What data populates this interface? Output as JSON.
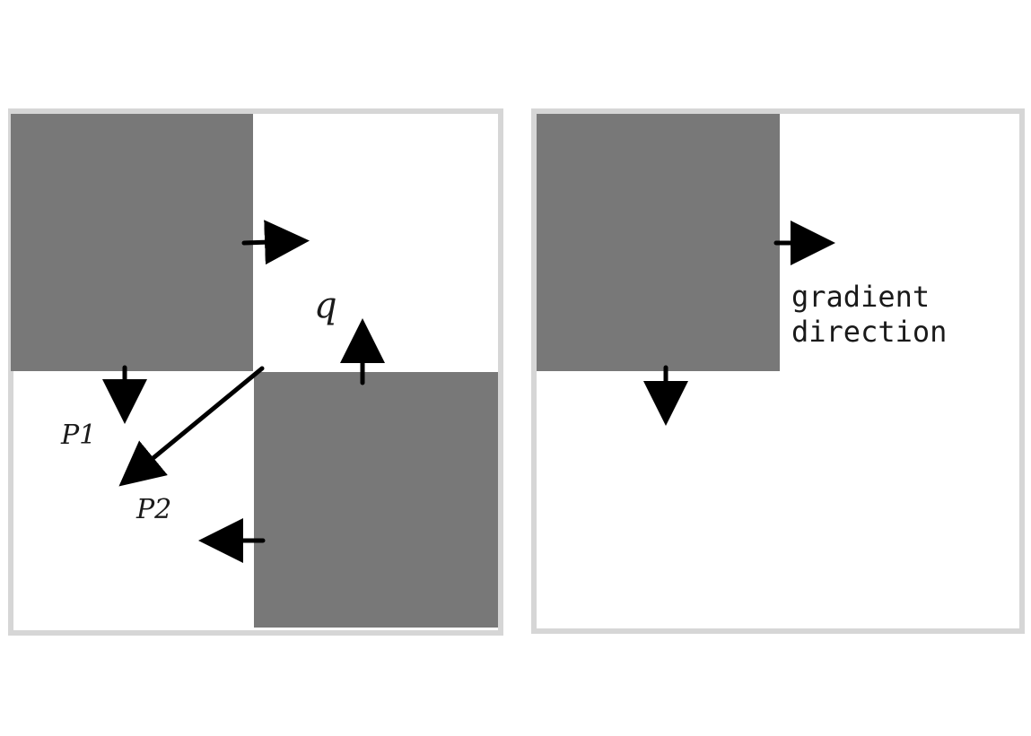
{
  "colors": {
    "dark_square": "#787878",
    "light_square": "#ffffff",
    "frame": "#d6d6d6",
    "arrow": "#000000",
    "label": "#1a1a1a"
  },
  "left_panel": {
    "labels": {
      "q": "q",
      "p1": "P1",
      "p2": "P2"
    }
  },
  "right_panel": {
    "labels": {
      "gradient_line1": "gradient",
      "gradient_line2": "direction"
    }
  },
  "icons": {
    "arrow": "arrow-icon"
  }
}
